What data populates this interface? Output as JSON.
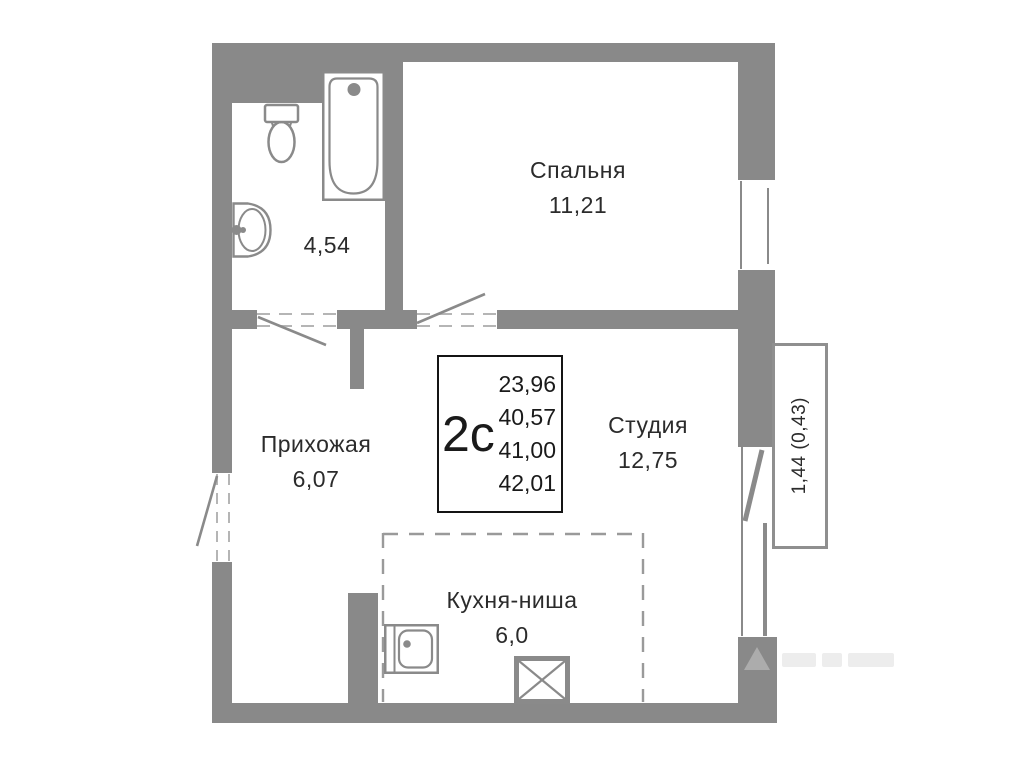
{
  "plan": {
    "unit_info": {
      "type_label": "2с",
      "area_values": [
        "23,96",
        "40,57",
        "41,00",
        "42,01"
      ]
    },
    "rooms": {
      "bedroom": {
        "name": "Спальня",
        "area": "11,21"
      },
      "bathroom": {
        "area": "4,54"
      },
      "hallway": {
        "name": "Прихожая",
        "area": "6,07"
      },
      "studio": {
        "name": "Студия",
        "area": "12,75"
      },
      "kitchen": {
        "name": "Кухня-ниша",
        "area": "6,0"
      }
    },
    "balcony": {
      "label": "1,44 (0,43)"
    }
  },
  "colors": {
    "background": "#ffffff",
    "wall": "#898989",
    "outline": "#8a8a8a",
    "opening_dash": "#b5b5b5",
    "kitchen_dash": "#9a9a9a",
    "text": "#2b2b2b",
    "info_box_border": "#141414"
  },
  "icons": {
    "bathroom": [
      "toilet-icon",
      "sink-icon",
      "bathtub-icon"
    ],
    "kitchen": [
      "kitchen-sink-icon",
      "vent-shaft-icon"
    ]
  }
}
